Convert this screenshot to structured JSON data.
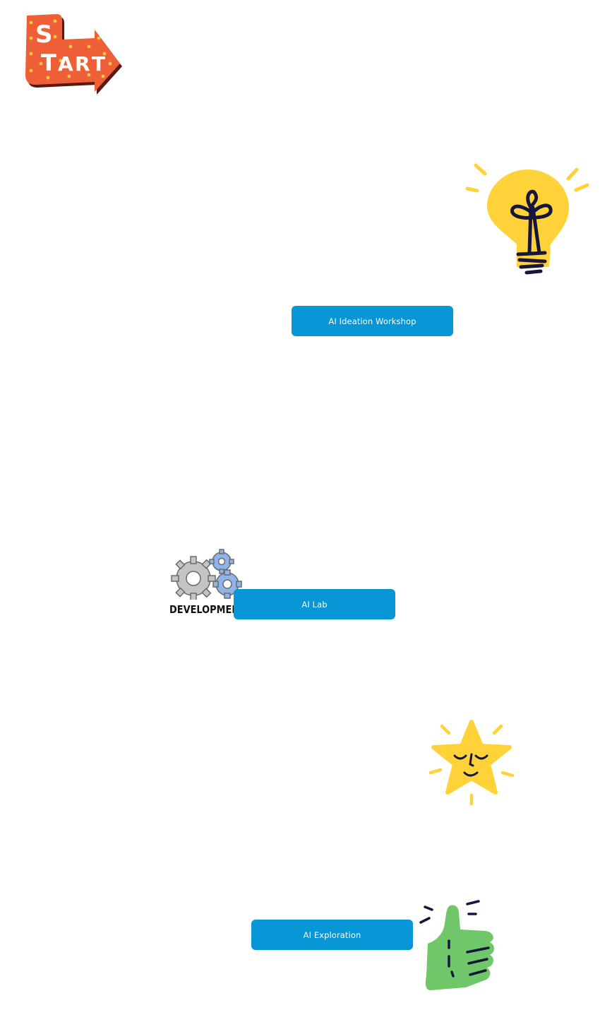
{
  "logo": {
    "letters": [
      "S",
      "T",
      "A",
      "R",
      "T"
    ],
    "icon": "start-arrow-sign",
    "colors": {
      "fill": "#ef5f37",
      "shadow": "#5a1a14",
      "text": "#ffffff",
      "bulbs": "#f6c944"
    }
  },
  "steps": [
    {
      "icon": "lightbulb-icon",
      "button_label": "AI Ideation Workshop"
    },
    {
      "icon": "gears-icon",
      "badge_text": "DEVELOPMENT",
      "button_label": "AI Lab"
    },
    {
      "icon": "star-face-icon",
      "button_label": null
    },
    {
      "icon": "thumbs-up-icon",
      "button_label": "AI Exploration"
    }
  ],
  "colors": {
    "button": "#0796d6",
    "button_text": "#ffffff",
    "bulb_yellow": "#ffd23a",
    "ink": "#15163a",
    "gear_gray": "#bfbfbf",
    "gear_blue": "#8fb4ea",
    "thumb_green": "#6fc769"
  }
}
